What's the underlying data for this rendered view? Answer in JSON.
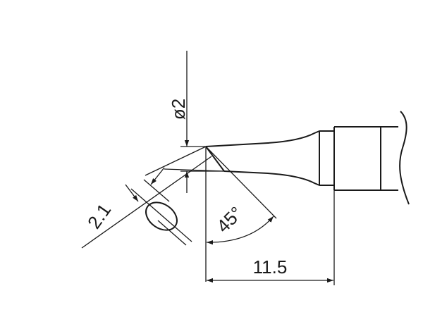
{
  "dimensions": {
    "diameter": "ø2",
    "bevel_width": "2.1",
    "angle": "45°",
    "length": "11.5"
  },
  "colors": {
    "line": "#1a1a1a",
    "background": "#ffffff"
  }
}
